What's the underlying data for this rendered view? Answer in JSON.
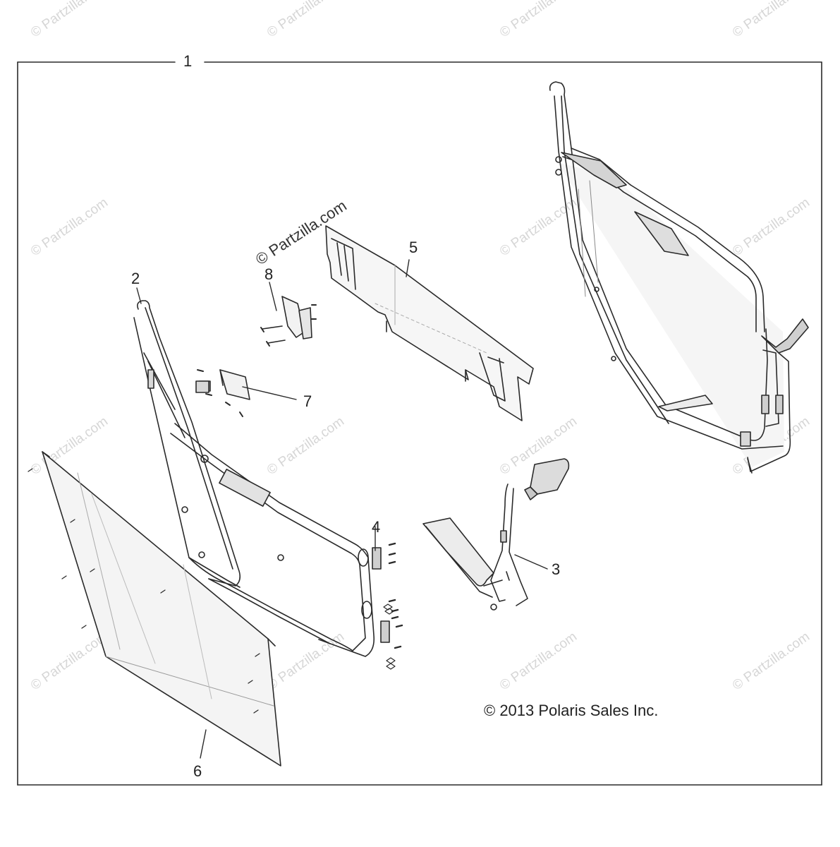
{
  "diagram": {
    "assembly_callout": "1",
    "callouts": [
      "2",
      "3",
      "4",
      "5",
      "6",
      "7",
      "8"
    ],
    "site_stamp": "© Partzilla.com",
    "copyright": "© 2013 Polaris Sales Inc.",
    "watermark": "© Partzilla.com"
  }
}
